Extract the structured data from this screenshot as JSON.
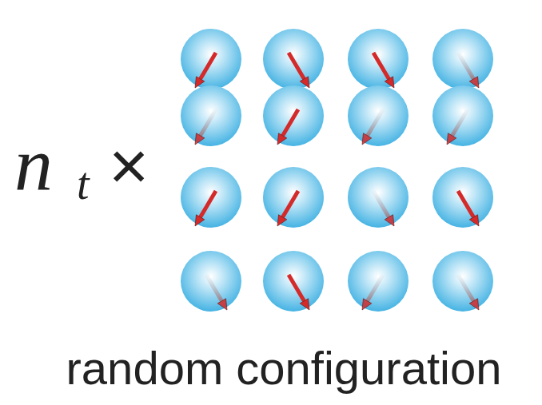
{
  "diagram": {
    "labels": [
      "n",
      "t",
      "×",
      "random configuration"
    ]
  }
}
